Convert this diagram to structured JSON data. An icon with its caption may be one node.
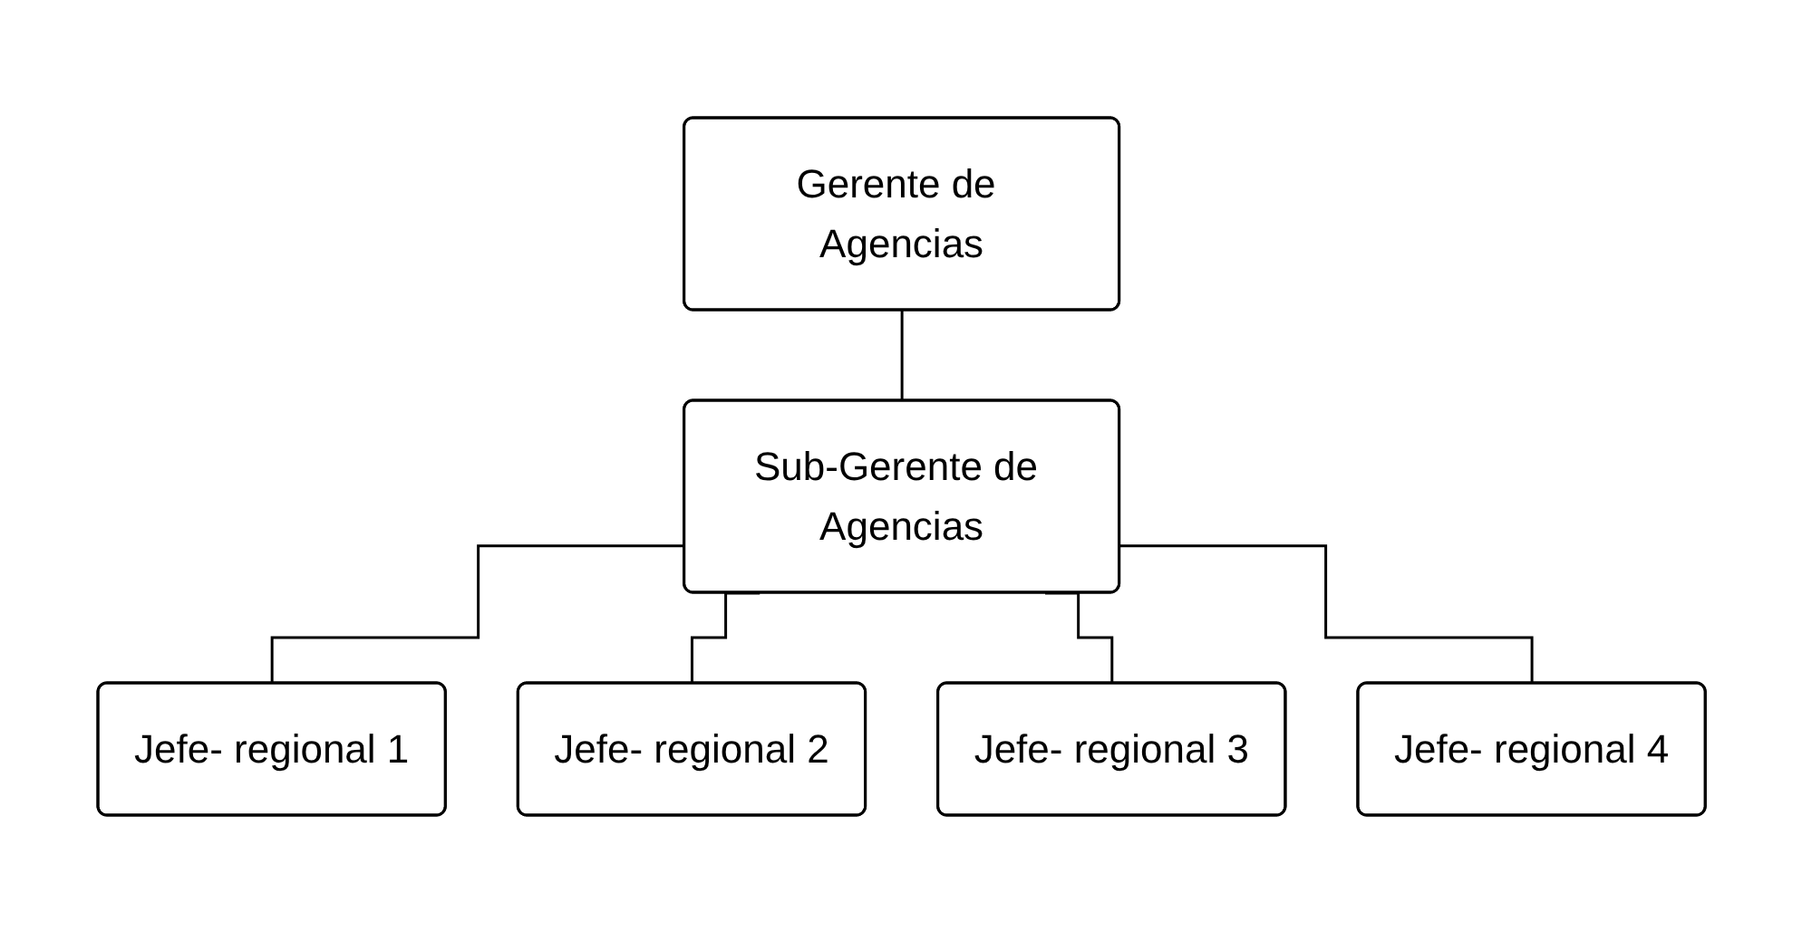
{
  "diagram": {
    "nodes": [
      {
        "text": [
          "Gerente de Agencias"
        ]
      },
      {
        "text": [
          "Sub-Gerente de Agencias"
        ]
      },
      {
        "text": [
          "Jefe- regional 1"
        ]
      },
      {
        "text": [
          "Jefe- regional 2"
        ]
      },
      {
        "text": [
          "Jefe- regional 3"
        ]
      },
      {
        "text": [
          "Jefe- regional 4"
        ]
      }
    ],
    "edges": [
      {
        "from": 0,
        "to": 1,
        "arrow": "none"
      },
      {
        "from": 1,
        "to": 2,
        "arrow": "none"
      },
      {
        "from": 1,
        "to": 3,
        "arrow": "none"
      },
      {
        "from": 1,
        "to": 4,
        "arrow": "none"
      },
      {
        "from": 1,
        "to": 5,
        "arrow": "none"
      }
    ]
  }
}
